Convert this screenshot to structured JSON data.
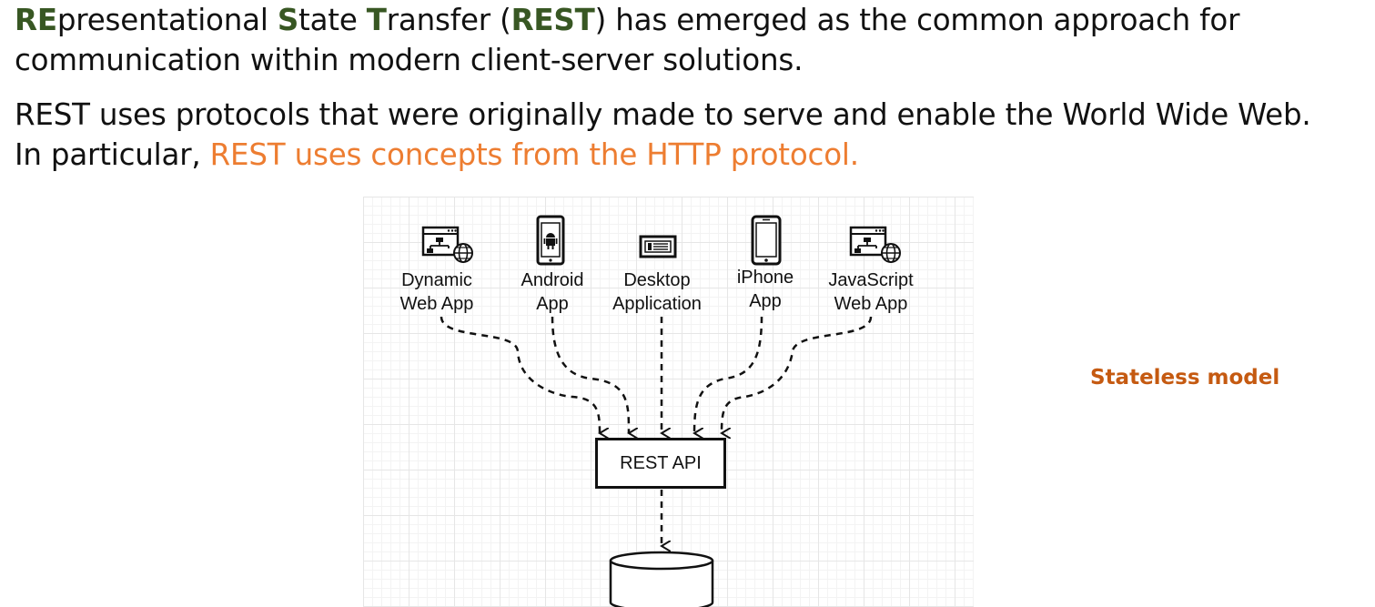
{
  "intro": {
    "line1": {
      "re": "RE",
      "presentational": "presentational ",
      "s": "S",
      "tate": "tate ",
      "t": "T",
      "ransfer": "ransfer (",
      "rest": "REST",
      "rest_tail": ") has emerged as the common approach for"
    },
    "line2": "communication within modern client-server solutions.",
    "line3": "REST uses protocols that were originally made to serve and enable the World Wide Web.",
    "line4_prefix": "In particular, ",
    "line4_highlight": "REST uses concepts from the HTTP protocol."
  },
  "side_label": "Stateless model",
  "diagram": {
    "clients": [
      {
        "line1": "Dynamic",
        "line2": "Web App",
        "icon": "web-app-icon"
      },
      {
        "line1": "Android",
        "line2": "App",
        "icon": "android-phone-icon"
      },
      {
        "line1": "Desktop",
        "line2": "Application",
        "icon": "desktop-window-icon"
      },
      {
        "line1": "iPhone",
        "line2": "App",
        "icon": "iphone-icon"
      },
      {
        "line1": "JavaScript",
        "line2": "Web App",
        "icon": "web-app-icon"
      }
    ],
    "api_label": "REST API",
    "database_icon": "database-icon"
  },
  "colors": {
    "green": "#385723",
    "orange": "#ed7d31",
    "side_label": "#c55a11"
  }
}
